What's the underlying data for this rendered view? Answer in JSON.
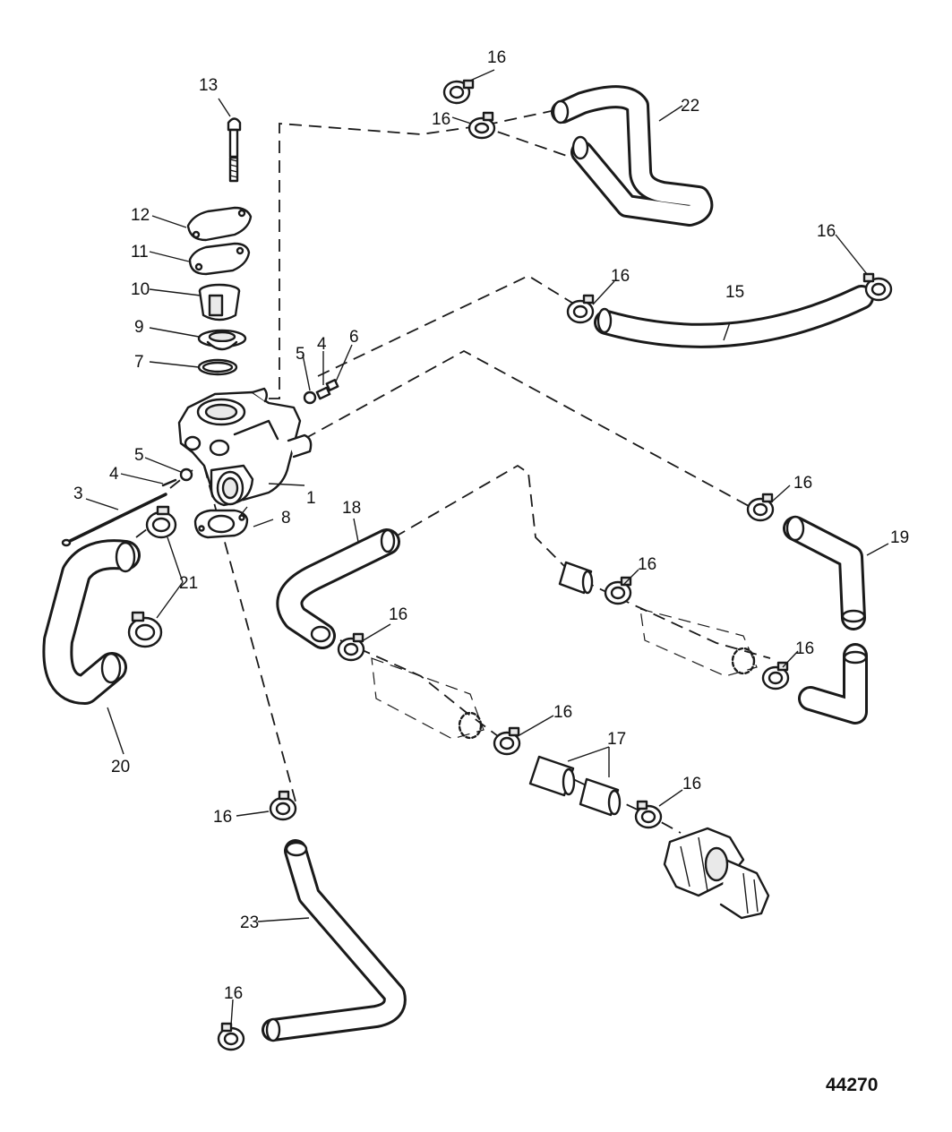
{
  "figure_number": "44270",
  "callouts": {
    "c1": "1",
    "c3": "3",
    "c4a": "4",
    "c4b": "4",
    "c5a": "5",
    "c5b": "5",
    "c6": "6",
    "c7": "7",
    "c8": "8",
    "c9": "9",
    "c10": "10",
    "c11": "11",
    "c12": "12",
    "c13": "13",
    "c15": "15",
    "c17": "17",
    "c18": "18",
    "c19": "19",
    "c20": "20",
    "c21": "21",
    "c22": "22",
    "c23": "23",
    "c16a": "16",
    "c16b": "16",
    "c16c": "16",
    "c16d": "16",
    "c16e": "16",
    "c16f": "16",
    "c16g": "16",
    "c16h": "16",
    "c16i": "16",
    "c16j": "16",
    "c16k": "16",
    "c16l": "16"
  },
  "colors": {
    "line": "#1a1a1a",
    "background": "#ffffff",
    "shade": "#e9e9e9"
  }
}
